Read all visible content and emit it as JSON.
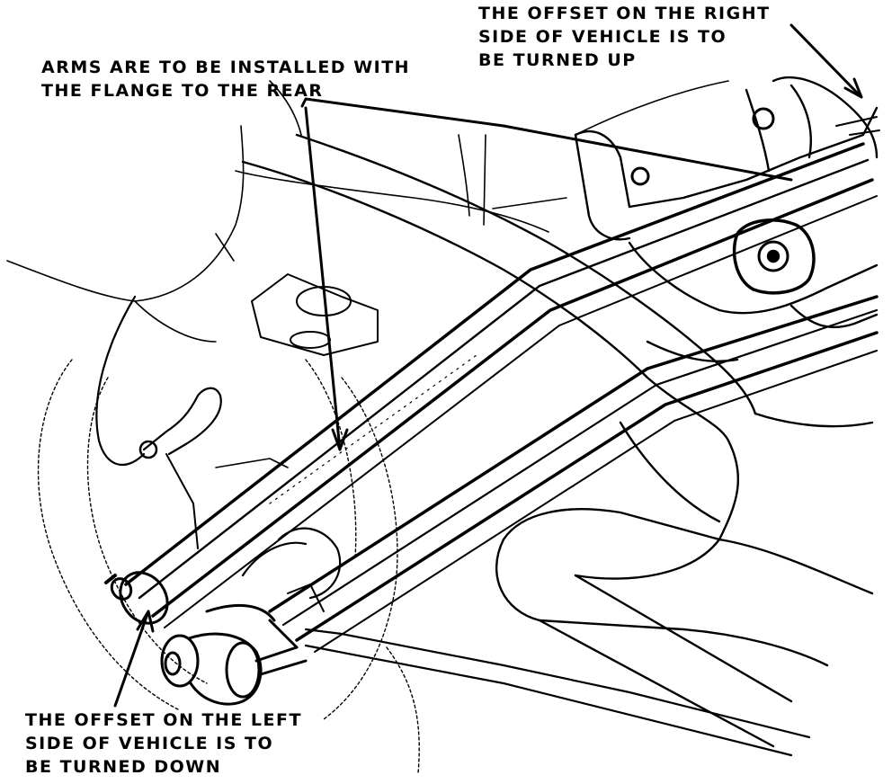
{
  "colors": {
    "ink": "#000000",
    "paper": "#ffffff"
  },
  "callouts": {
    "right_offset": {
      "lines": [
        "THE OFFSET ON THE RIGHT",
        "SIDE OF VEHICLE IS TO",
        "BE TURNED UP"
      ]
    },
    "arms_flange": {
      "lines": [
        "ARMS ARE TO BE INSTALLED WITH",
        "THE FLANGE TO THE REAR"
      ]
    },
    "left_offset": {
      "lines": [
        "THE OFFSET ON THE LEFT",
        "SIDE OF VEHICLE IS TO",
        "BE TURNED DOWN"
      ]
    }
  }
}
